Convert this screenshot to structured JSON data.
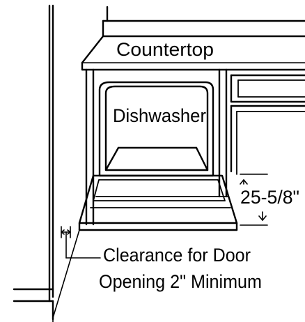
{
  "labels": {
    "countertop": "Countertop",
    "dishwasher": "Dishwasher",
    "height": "25-5/8\"",
    "clearance_line1": "Clearance for Door",
    "clearance_line2": "Opening 2\" Minimum"
  },
  "colors": {
    "line": "#000000",
    "background": "#ffffff"
  }
}
